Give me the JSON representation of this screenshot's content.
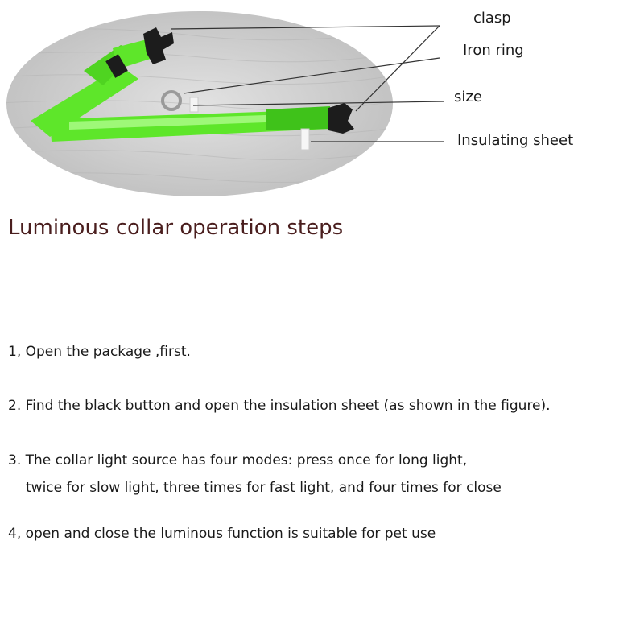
{
  "callouts": {
    "clasp": "clasp",
    "iron_ring": "Iron ring",
    "size": "size",
    "insulating_sheet": "Insulating sheet"
  },
  "title": "Luminous collar operation steps",
  "steps": [
    {
      "lines": [
        "1, Open the package ,first."
      ]
    },
    {
      "lines": [
        "2. Find the black button and open the insulation sheet (as shown in the figure)."
      ]
    },
    {
      "lines": [
        "3. The collar light source has four modes: press once for long light,",
        "twice for slow light, three times for fast light, and four times for close"
      ]
    },
    {
      "lines": [
        "4, open and close the luminous function is suitable for pet use"
      ]
    }
  ],
  "colors": {
    "collar_green": "#5ee62a",
    "collar_green_dark": "#3fc21a",
    "buckle": "#1c1c1c",
    "background_wood": "#cfcfcf",
    "title": "#4a1e1e"
  }
}
